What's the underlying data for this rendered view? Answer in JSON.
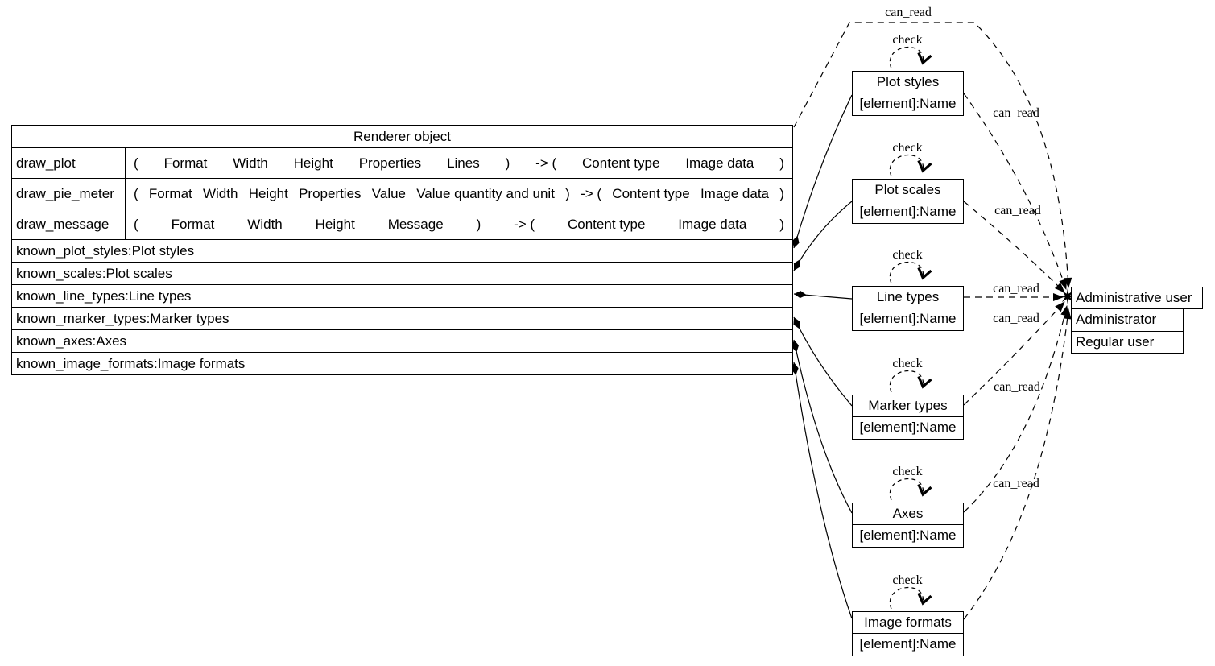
{
  "renderer": {
    "title": "Renderer object",
    "methods": [
      {
        "name": "draw_plot",
        "tokens": [
          "(",
          "Format",
          "Width",
          "Height",
          "Properties",
          "Lines",
          ")",
          "-> (",
          "Content type",
          "Image data",
          ")"
        ]
      },
      {
        "name": "draw_pie_meter",
        "tokens": [
          "(",
          "Format",
          "Width",
          "Height",
          "Properties",
          "Value",
          "Value quantity and unit",
          ")",
          "-> (",
          "Content type",
          "Image data",
          ")"
        ]
      },
      {
        "name": "draw_message",
        "tokens": [
          "(",
          "Format",
          "Width",
          "Height",
          "Message",
          ")",
          "-> (",
          "Content type",
          "Image data",
          ")"
        ]
      }
    ],
    "attributes": [
      "known_plot_styles:Plot styles",
      "known_scales:Plot scales",
      "known_line_types:Line types",
      "known_marker_types:Marker types",
      "known_axes:Axes",
      "known_image_formats:Image formats"
    ]
  },
  "entities": [
    {
      "title": "Plot styles",
      "attr": "[element]:Name"
    },
    {
      "title": "Plot scales",
      "attr": "[element]:Name"
    },
    {
      "title": "Line types",
      "attr": "[element]:Name"
    },
    {
      "title": "Marker types",
      "attr": "[element]:Name"
    },
    {
      "title": "Axes",
      "attr": "[element]:Name"
    },
    {
      "title": "Image formats",
      "attr": "[element]:Name"
    }
  ],
  "admin": {
    "title": "Administrative user",
    "rows": [
      "Administrator",
      "Regular user"
    ]
  },
  "labels": {
    "check": "check",
    "can_read": "can_read"
  },
  "colors": {
    "ink": "#000000",
    "background": "#ffffff"
  }
}
